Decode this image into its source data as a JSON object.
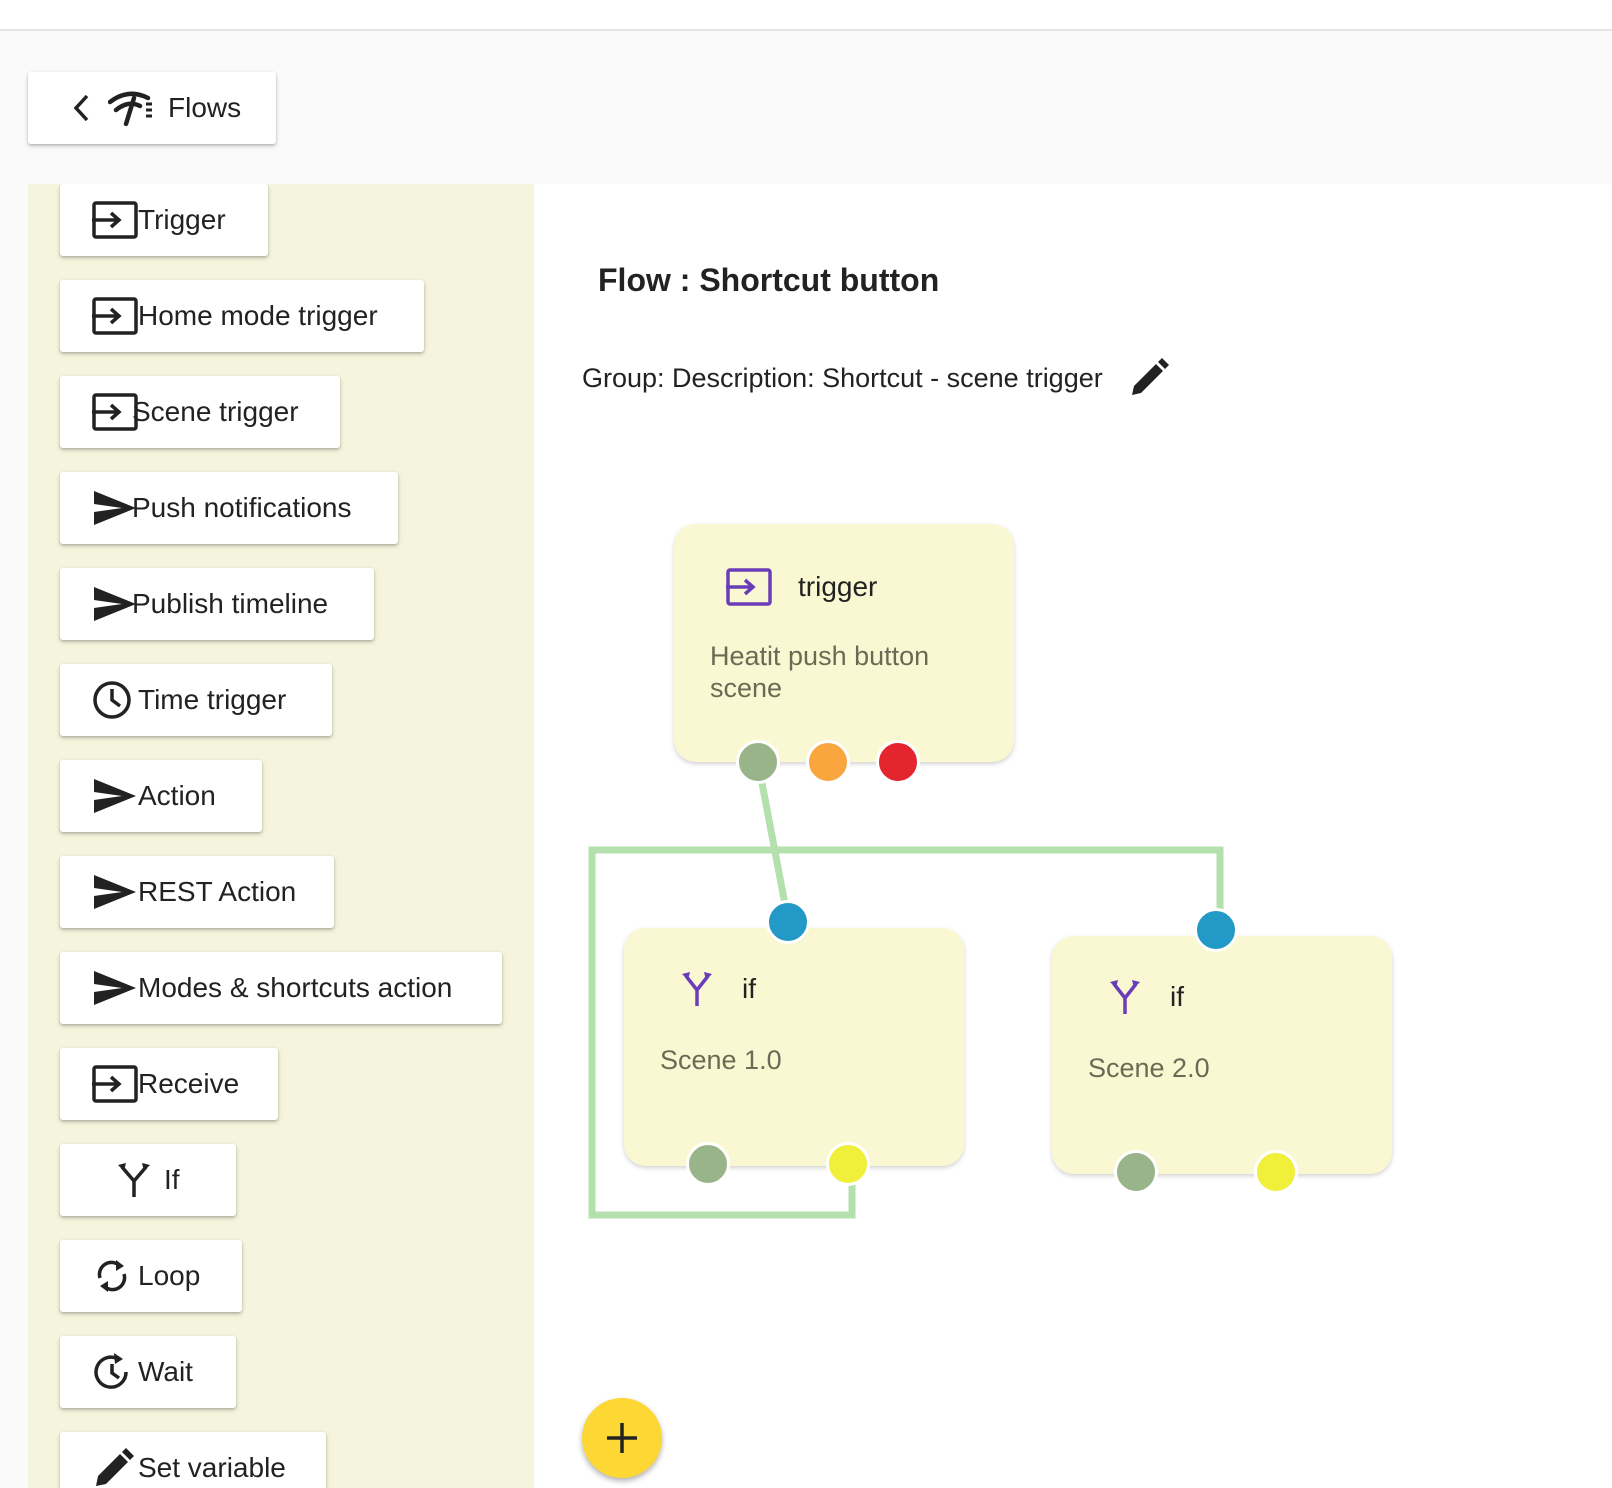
{
  "header": {
    "back_label": "Flows"
  },
  "palette": {
    "items": [
      {
        "label": "Trigger",
        "icon": "trigger-icon"
      },
      {
        "label": "Home mode trigger",
        "icon": "trigger-icon"
      },
      {
        "label": "Scene trigger",
        "icon": "trigger-icon"
      },
      {
        "label": "Push notifications",
        "icon": "send-icon"
      },
      {
        "label": "Publish timeline",
        "icon": "send-icon"
      },
      {
        "label": "Time trigger",
        "icon": "clock-icon"
      },
      {
        "label": "Action",
        "icon": "send-icon"
      },
      {
        "label": "REST Action",
        "icon": "send-icon"
      },
      {
        "label": "Modes & shortcuts action",
        "icon": "send-icon"
      },
      {
        "label": "Receive",
        "icon": "trigger-icon"
      },
      {
        "label": "If",
        "icon": "split-icon"
      },
      {
        "label": "Loop",
        "icon": "loop-icon"
      },
      {
        "label": "Wait",
        "icon": "wait-icon"
      },
      {
        "label": "Set variable",
        "icon": "pencil-icon"
      }
    ]
  },
  "flow": {
    "title": "Flow : Shortcut button",
    "description": "Group: Description: Shortcut - scene trigger"
  },
  "nodes": [
    {
      "type": "trigger",
      "subtitle_line1": "Heatit push button",
      "subtitle_line2": "scene"
    },
    {
      "type": "if",
      "subtitle": "Scene 1.0"
    },
    {
      "type": "if",
      "subtitle": "Scene 2.0"
    }
  ],
  "colors": {
    "palette_bg": "#f5f4dc",
    "node_bg": "#faf8d3",
    "port_success": "#9ab48a",
    "port_warning": "#f9a63f",
    "port_error": "#e5252d",
    "port_input": "#2299c6",
    "port_else": "#f0ef3a",
    "link": "#b3e0ac",
    "icon_accent": "#6a3db8",
    "fab": "#fdd835"
  }
}
